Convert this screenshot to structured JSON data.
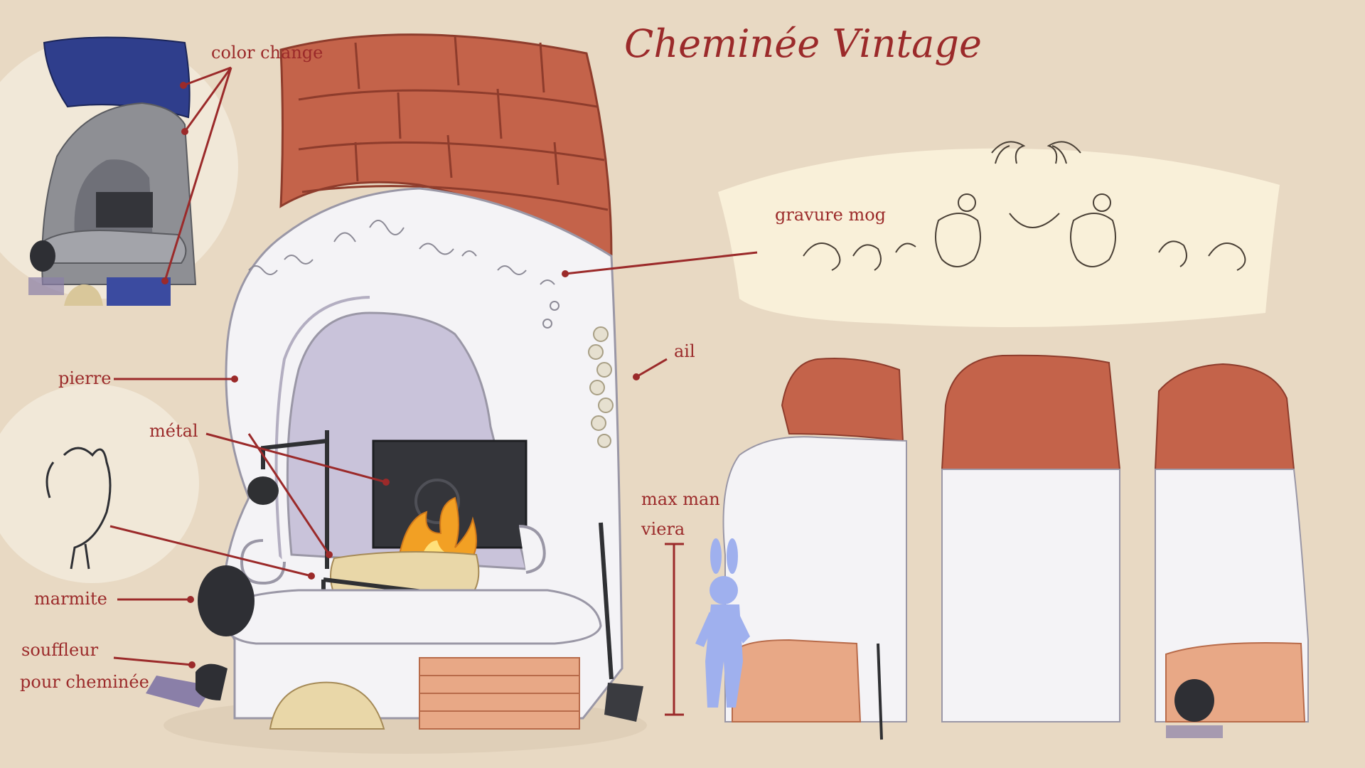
{
  "title": "Cheminée Vintage",
  "labels": {
    "color_change": "color change",
    "gravure_mog": "gravure mog",
    "ail": "ail",
    "pierre": "pierre",
    "metal": "métal",
    "max_man": "max man",
    "viera": "viera",
    "marmite": "marmite",
    "souffleur_line1": "souffleur",
    "souffleur_line2": "pour cheminée"
  },
  "colors": {
    "background": "#e8d9c3",
    "annotation": "#9b2a2a",
    "brick_roof": "#c4634a",
    "stone": "#f4f3f6",
    "inner": "#c9c3da",
    "metal": "#2f3033",
    "fire": "#f2a024",
    "viera": "#9fb0ee",
    "variant_roof": "#2f3e8c",
    "variant_stone": "#8e8f94"
  }
}
